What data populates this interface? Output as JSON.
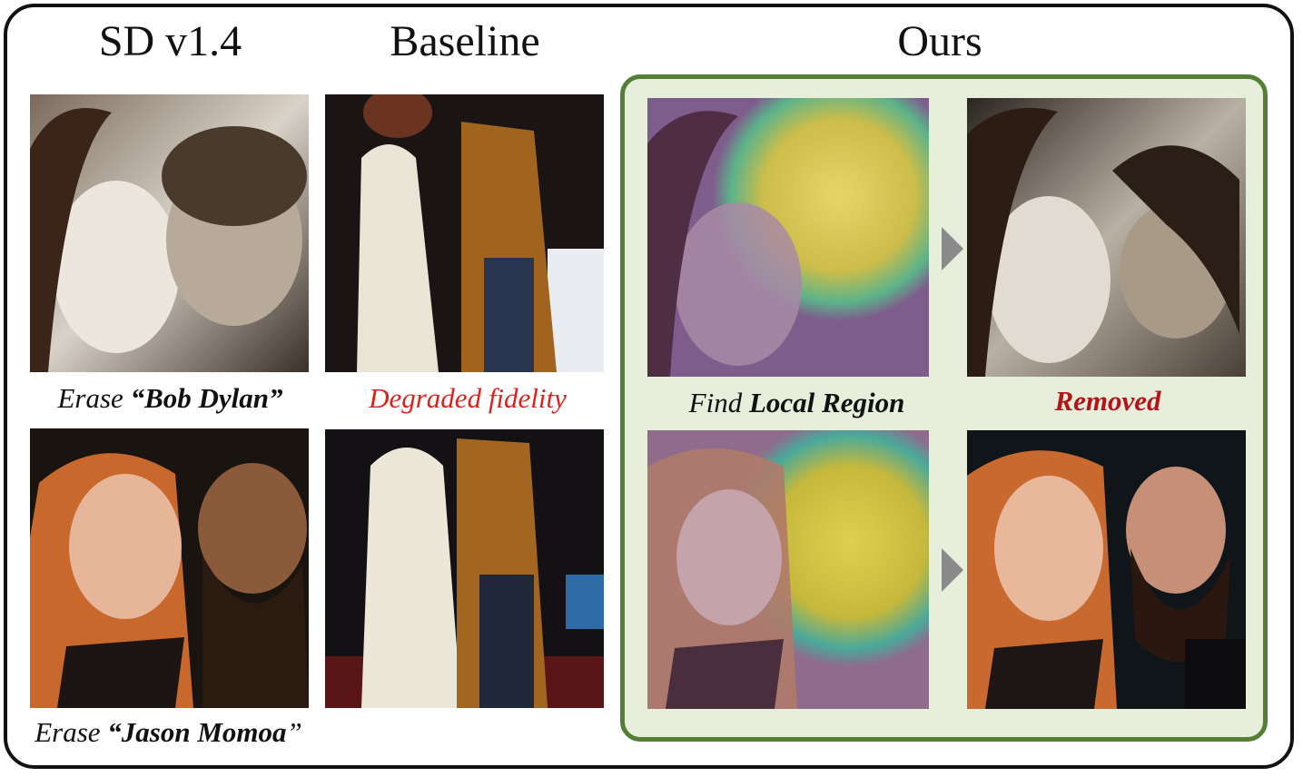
{
  "columns": {
    "sd": "SD v1.4",
    "baseline": "Baseline",
    "ours": "Ours"
  },
  "rows": [
    {
      "erase_prefix": "Erase ",
      "erase_target": "“Bob Dylan”",
      "erase_suffix": "",
      "baseline_caption": "Degraded fidelity",
      "find_prefix": "Find ",
      "find_bold": "Local Region",
      "result_caption": "Removed"
    },
    {
      "erase_prefix": "Erase ",
      "erase_target": "“Jason Momoa",
      "erase_suffix": "”"
    }
  ],
  "colors": {
    "frame": "#111111",
    "ours_border": "#537f37",
    "ours_fill": "#e7eedc",
    "degraded": "#e0201b",
    "removed": "#b2141a",
    "arrow": "#8a8a8a"
  }
}
